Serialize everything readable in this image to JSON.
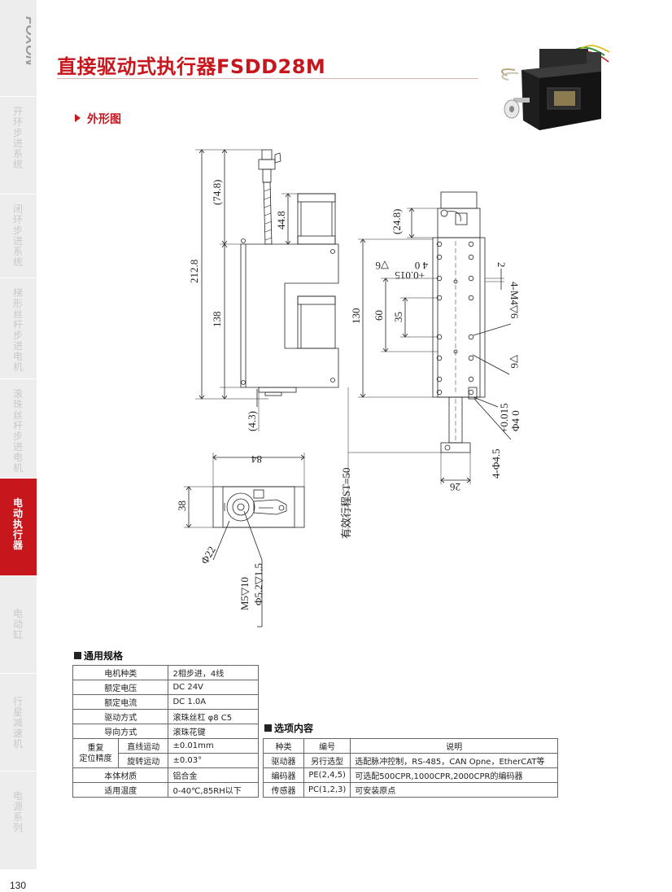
{
  "sidebar": {
    "brand": "FOXON",
    "items": [
      {
        "label": "开环步进系统",
        "active": false
      },
      {
        "label": "闭环步进系统",
        "active": false
      },
      {
        "label": "梯形丝杆步进电机",
        "active": false
      },
      {
        "label": "滚珠丝杆步进电机",
        "active": false
      },
      {
        "label": "电动执行器",
        "active": true
      },
      {
        "label": "电动缸",
        "active": false
      },
      {
        "label": "行星减速机",
        "active": false
      },
      {
        "label": "电源系列",
        "active": false
      }
    ],
    "page_number": "130"
  },
  "header": {
    "title": "直接驱动式执行器FSDD28M"
  },
  "section": {
    "title": "外形图"
  },
  "drawing": {
    "dims": {
      "d74_8": "(74.8)",
      "d44_8": "44.8",
      "d212_8": "212.8",
      "d138": "138",
      "d4_3": "(4.3)",
      "d84": "84",
      "d38": "38",
      "phi22": "Φ22",
      "m5": "M5▽10",
      "phi5_2": "Φ5.2▽1.5",
      "d24_8": "(24.8)",
      "tol_top1": "4  0",
      "tol_top2": "▽6",
      "tol_top3": "+0.015",
      "d130": "130",
      "d60": "60",
      "d35": "35",
      "d2": "2",
      "m4": "4-M4▽6",
      "v6": "▽6",
      "tol_015": "+0.015",
      "phi4": "Φ4  0",
      "phi4_5": "4-Φ4.5",
      "d26": "26",
      "stroke": "有效行程ST=50"
    }
  },
  "spec": {
    "heading": "通用规格",
    "rows": [
      {
        "key": "电机种类",
        "value": "2相步进，4线"
      },
      {
        "key": "额定电压",
        "value": "DC 24V"
      },
      {
        "key": "额定电流",
        "value": "DC 1.0A"
      },
      {
        "key": "驱动方式",
        "value": "滚珠丝杠 φ8 C5"
      },
      {
        "key": "导向方式",
        "value": "滚珠花键"
      }
    ],
    "repeat": {
      "group": "重复\n定位精度",
      "group_line1": "重复",
      "group_line2": "定位精度",
      "linear_key": "直线运动",
      "linear_value": "±0.01mm",
      "rotary_key": "旋转运动",
      "rotary_value": "±0.03°"
    },
    "rows2": [
      {
        "key": "本体材质",
        "value": "铝合金"
      },
      {
        "key": "适用温度",
        "value": "0-40℃,85RH以下"
      }
    ]
  },
  "options": {
    "heading": "选项内容",
    "headers": [
      "种类",
      "编号",
      "说明"
    ],
    "rows": [
      [
        "驱动器",
        "另行选型",
        "选配脉冲控制，RS-485，CAN Opne，EtherCAT等"
      ],
      [
        "编码器",
        "PE(2,4,5)",
        "可选配500CPR,1000CPR,2000CPR的编码器"
      ],
      [
        "传感器",
        "PC(1,2,3)",
        "可安装原点"
      ]
    ]
  },
  "colors": {
    "accent": "#c8161d",
    "sidebar_bg": "#ededed"
  }
}
